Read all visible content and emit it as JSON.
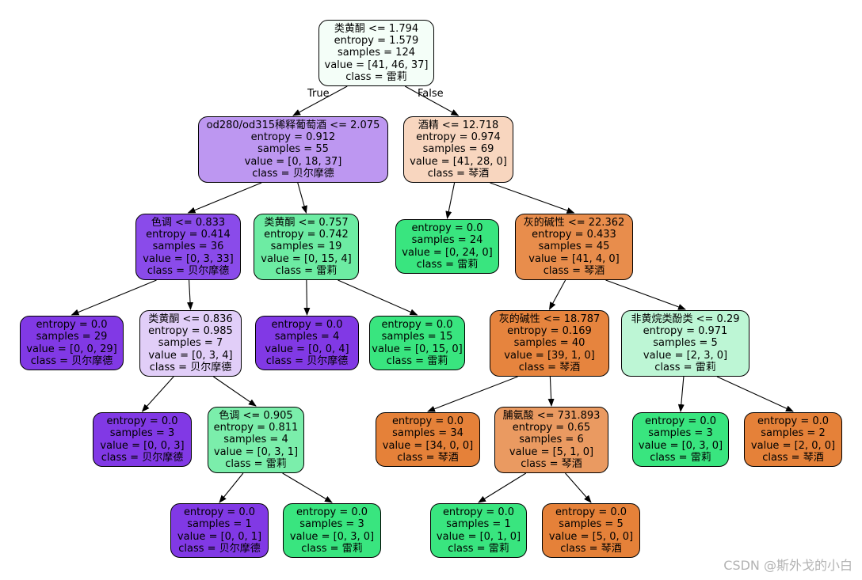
{
  "nodes": [
    {
      "id": "n0",
      "lines": [
        "类黄酮 <= 1.794",
        "entropy = 1.579",
        "samples = 124",
        "value = [41, 46, 37]",
        "class = 雷莉"
      ],
      "fill": "#f4fef8"
    },
    {
      "id": "n1",
      "lines": [
        "od280/od315稀释葡萄酒 <= 2.075",
        "entropy = 0.912",
        "samples = 55",
        "value = [0, 18, 37]",
        "class = 贝尔摩德"
      ],
      "fill": "#bd97f1"
    },
    {
      "id": "n2",
      "lines": [
        "酒精 <= 12.718",
        "entropy = 0.974",
        "samples = 69",
        "value = [41, 28, 0]",
        "class = 琴酒"
      ],
      "fill": "#f8d6bf"
    },
    {
      "id": "n3",
      "lines": [
        "色调 <= 0.833",
        "entropy = 0.414",
        "samples = 36",
        "value = [0, 3, 33]",
        "class = 贝尔摩德"
      ],
      "fill": "#8a4bea"
    },
    {
      "id": "n4",
      "lines": [
        "类黄酮 <= 0.757",
        "entropy = 0.742",
        "samples = 19",
        "value = [0, 15, 4]",
        "class = 雷莉"
      ],
      "fill": "#6deca3"
    },
    {
      "id": "n5",
      "lines": [
        "entropy = 0.0",
        "samples = 24",
        "value = [0, 24, 0]",
        "class = 雷莉"
      ],
      "fill": "#39e57f"
    },
    {
      "id": "n6",
      "lines": [
        "灰的碱性 <= 22.362",
        "entropy = 0.433",
        "samples = 45",
        "value = [41, 4, 0]",
        "class = 琴酒"
      ],
      "fill": "#e88d4c"
    },
    {
      "id": "n7",
      "lines": [
        "entropy = 0.0",
        "samples = 29",
        "value = [0, 0, 29]",
        "class = 贝尔摩德"
      ],
      "fill": "#8139e5"
    },
    {
      "id": "n8",
      "lines": [
        "类黄酮 <= 0.836",
        "entropy = 0.985",
        "samples = 7",
        "value = [0, 3, 4]",
        "class = 贝尔摩德"
      ],
      "fill": "#e1cef8"
    },
    {
      "id": "n9",
      "lines": [
        "entropy = 0.0",
        "samples = 4",
        "value = [0, 0, 4]",
        "class = 贝尔摩德"
      ],
      "fill": "#8139e5"
    },
    {
      "id": "n10",
      "lines": [
        "entropy = 0.0",
        "samples = 15",
        "value = [0, 15, 0]",
        "class = 雷莉"
      ],
      "fill": "#39e57f"
    },
    {
      "id": "n11",
      "lines": [
        "灰的碱性 <= 18.787",
        "entropy = 0.169",
        "samples = 40",
        "value = [39, 1, 0]",
        "class = 琴酒"
      ],
      "fill": "#e6843e"
    },
    {
      "id": "n12",
      "lines": [
        "非黄烷类酚类 <= 0.29",
        "entropy = 0.971",
        "samples = 5",
        "value = [2, 3, 0]",
        "class = 雷莉"
      ],
      "fill": "#bdf6d5"
    },
    {
      "id": "n13",
      "lines": [
        "entropy = 0.0",
        "samples = 3",
        "value = [0, 0, 3]",
        "class = 贝尔摩德"
      ],
      "fill": "#8139e5"
    },
    {
      "id": "n14",
      "lines": [
        "色调 <= 0.905",
        "entropy = 0.811",
        "samples = 4",
        "value = [0, 3, 1]",
        "class = 雷莉"
      ],
      "fill": "#7beeab"
    },
    {
      "id": "n15",
      "lines": [
        "entropy = 0.0",
        "samples = 34",
        "value = [34, 0, 0]",
        "class = 琴酒"
      ],
      "fill": "#e58139"
    },
    {
      "id": "n16",
      "lines": [
        "脯氨酸 <= 731.893",
        "entropy = 0.65",
        "samples = 6",
        "value = [5, 1, 0]",
        "class = 琴酒"
      ],
      "fill": "#ea9a61"
    },
    {
      "id": "n17",
      "lines": [
        "entropy = 0.0",
        "samples = 3",
        "value = [0, 3, 0]",
        "class = 雷莉"
      ],
      "fill": "#39e57f"
    },
    {
      "id": "n18",
      "lines": [
        "entropy = 0.0",
        "samples = 2",
        "value = [2, 0, 0]",
        "class = 琴酒"
      ],
      "fill": "#e58139"
    },
    {
      "id": "n19",
      "lines": [
        "entropy = 0.0",
        "samples = 1",
        "value = [0, 0, 1]",
        "class = 贝尔摩德"
      ],
      "fill": "#8139e5"
    },
    {
      "id": "n20",
      "lines": [
        "entropy = 0.0",
        "samples = 3",
        "value = [0, 3, 0]",
        "class = 雷莉"
      ],
      "fill": "#39e57f"
    },
    {
      "id": "n21",
      "lines": [
        "entropy = 0.0",
        "samples = 1",
        "value = [0, 1, 0]",
        "class = 雷莉"
      ],
      "fill": "#39e57f"
    },
    {
      "id": "n22",
      "lines": [
        "entropy = 0.0",
        "samples = 5",
        "value = [5, 0, 0]",
        "class = 琴酒"
      ],
      "fill": "#e58139"
    }
  ],
  "edges": [
    {
      "from": "n0",
      "to": "n1"
    },
    {
      "from": "n0",
      "to": "n2"
    },
    {
      "from": "n1",
      "to": "n3"
    },
    {
      "from": "n1",
      "to": "n4"
    },
    {
      "from": "n2",
      "to": "n5"
    },
    {
      "from": "n2",
      "to": "n6"
    },
    {
      "from": "n3",
      "to": "n7"
    },
    {
      "from": "n3",
      "to": "n8"
    },
    {
      "from": "n4",
      "to": "n9"
    },
    {
      "from": "n4",
      "to": "n10"
    },
    {
      "from": "n6",
      "to": "n11"
    },
    {
      "from": "n6",
      "to": "n12"
    },
    {
      "from": "n8",
      "to": "n13"
    },
    {
      "from": "n8",
      "to": "n14"
    },
    {
      "from": "n11",
      "to": "n15"
    },
    {
      "from": "n11",
      "to": "n16"
    },
    {
      "from": "n12",
      "to": "n17"
    },
    {
      "from": "n12",
      "to": "n18"
    },
    {
      "from": "n14",
      "to": "n19"
    },
    {
      "from": "n14",
      "to": "n20"
    },
    {
      "from": "n16",
      "to": "n21"
    },
    {
      "from": "n16",
      "to": "n22"
    }
  ],
  "edge_labels": {
    "true_label": "True",
    "false_label": "False"
  },
  "watermark": "CSDN @斯外戈的小白"
}
